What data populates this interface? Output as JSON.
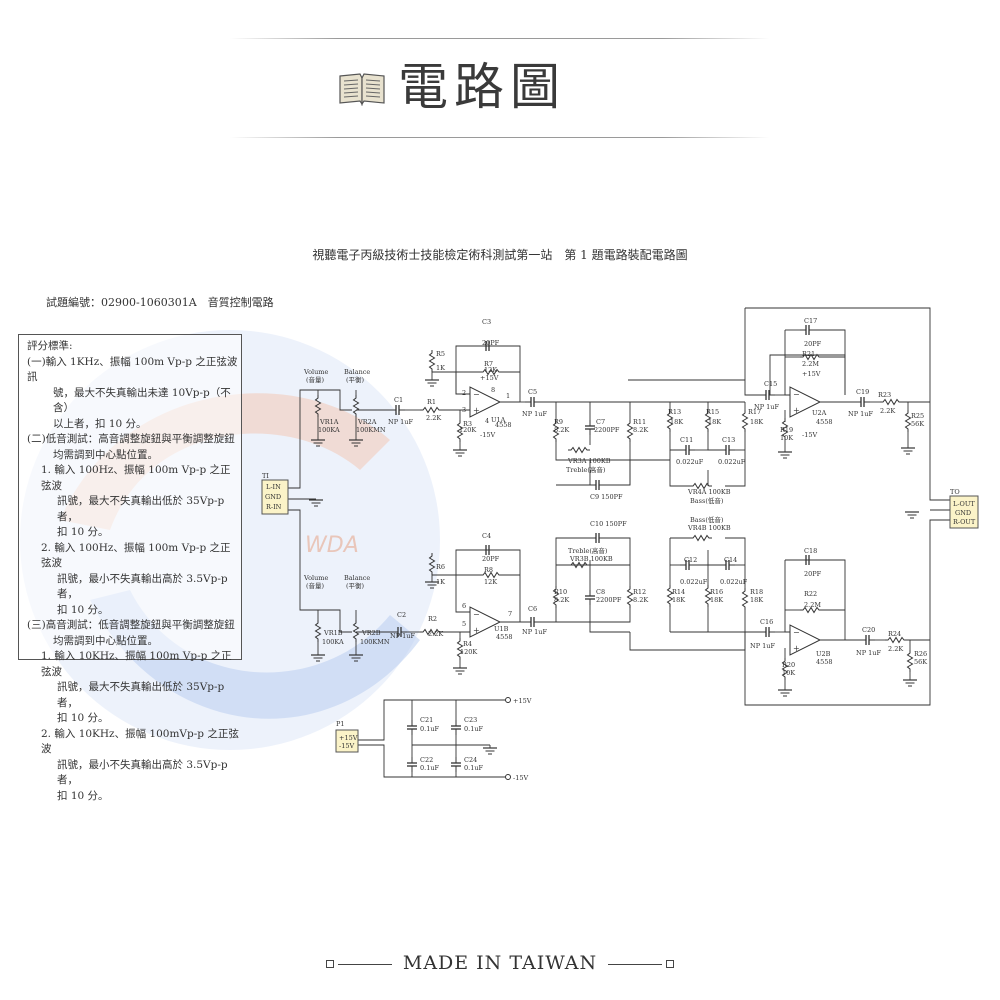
{
  "header": {
    "title": "電路圖",
    "icon": "book-icon"
  },
  "sheet": {
    "title": "視聽電子丙級技術士技能檢定術科測試第一站　第 1 題電路裝配電路圖",
    "code_line": "試題編號：02900-1060301A　音質控制電路"
  },
  "criteria": {
    "heading": "評分標準:",
    "lines": [
      "(一)輸入 1KHz、振幅 100m Vp-p 之正弦波訊",
      "號，最大不失真輸出未達 10Vp-p（不含）",
      "以上者，扣 10 分。",
      "(二)低音測試：高音調整旋鈕與平衡調整旋鈕",
      "均需調到中心點位置。",
      "1. 輸入 100Hz、振幅 100m Vp-p 之正弦波",
      "訊號，最大不失真輸出低於 35Vp-p 者，",
      "扣 10 分。",
      "2. 輸入 100Hz、振幅 100m Vp-p 之正弦波",
      "訊號，最小不失真輸出高於 3.5Vp-p 者，",
      "扣 10 分。",
      "(三)高音測試：低音調整旋鈕與平衡調整旋鈕",
      "均需調到中心點位置。",
      "1. 輸入 10KHz、振幅 100m Vp-p 之正弦波",
      "訊號，最大不失真輸出低於 35Vp-p 者，",
      "扣 10 分。",
      "2. 輸入 10KHz、振幅 100mVp-p 之正弦波",
      "訊號，最小不失真輸出高於 3.5Vp-p 者，",
      "扣 10 分。"
    ]
  },
  "labels": {
    "volume": "Volume",
    "volume_cn": "(音量)",
    "balance": "Balance",
    "balance_cn": "(平衡)",
    "vr1a": "VR1A",
    "vr1a_v": "100KA",
    "vr2a": "VR2A",
    "vr2a_v": "100KMN",
    "vr1b": "VR1B",
    "vr1b_v": "100KA",
    "vr2b": "VR2B",
    "vr2b_v": "100KMN",
    "c1": "C1",
    "c1_v": "NP 1uF",
    "c2": "C2",
    "c2_v": "NP 1uF",
    "r1": "R1",
    "r1_v": "2.2K",
    "r2": "R2",
    "r2_v": "2.2K",
    "r3": "R3",
    "r3_v": "120K",
    "r4": "R4",
    "r4_v": "120K",
    "r5": "R5",
    "r5_v": "1K",
    "r6": "R6",
    "r6_v": "1K",
    "r7": "R7",
    "r7_v": "12K",
    "r8": "R8",
    "r8_v": "12K",
    "c3": "C3",
    "c3_v": "20PF",
    "c4": "C4",
    "c4_v": "20PF",
    "u1a": "U1A",
    "u1a_v": "4558",
    "u1b": "U1B",
    "u1b_v": "4558",
    "p15": "+15V",
    "m15": "-15V",
    "c5": "C5",
    "c5_v": "NP 1uF",
    "c6": "C6",
    "c6_v": "NP 1uF",
    "r9": "R9",
    "r9_v": "8.2K",
    "r10": "R10",
    "r10_v": "8.2K",
    "c7": "C7",
    "c7_v": "2200PF",
    "c8": "C8",
    "c8_v": "2200PF",
    "r11": "R11",
    "r11_v": "8.2K",
    "r12": "R12",
    "r12_v": "8.2K",
    "vr3a": "VR3A 100KB",
    "treble": "Treble(高音)",
    "vr3b": "VR3B 100KB",
    "c9": "C9  150PF",
    "c10": "C10  150PF",
    "r13": "R13",
    "r13_v": "18K",
    "r14": "R14",
    "r14_v": "18K",
    "r15": "R15",
    "r15_v": "18K",
    "r16": "R16",
    "r16_v": "18K",
    "r17": "R17",
    "r17_v": "18K",
    "r18": "R18",
    "r18_v": "18K",
    "c11": "C11",
    "c11_v": "0.022uF",
    "c12": "C12",
    "c12_v": "0.022uF",
    "c13": "C13",
    "c13_v": "0.022uF",
    "c14": "C14",
    "c14_v": "0.022uF",
    "vr4a": "VR4A 100KB",
    "bass": "Bass(低音)",
    "vr4b": "VR4B 100KB",
    "c15": "C15",
    "c15_v": "NP 1uF",
    "c16": "C16",
    "c16_v": "NP 1uF",
    "c17": "C17",
    "c17_v": "20PF",
    "c18": "C18",
    "c18_v": "20PF",
    "r21": "R21",
    "r21_v": "2.2M",
    "r22": "R22",
    "r22_v": "2.2M",
    "r19": "R19",
    "r19_v": "10K",
    "r20": "R20",
    "r20_v": "10K",
    "u2a": "U2A",
    "u2a_v": "4558",
    "u2b": "U2B",
    "u2b_v": "4558",
    "c19": "C19",
    "c19_v": "NP 1uF",
    "c20": "C20",
    "c20_v": "NP 1uF",
    "r23": "R23",
    "r23_v": "2.2K",
    "r24": "R24",
    "r24_v": "2.2K",
    "r25": "R25",
    "r25_v": "56K",
    "r26": "R26",
    "r26_v": "56K",
    "ti": "TI",
    "l_in": "L-IN",
    "gnd": "GND",
    "r_in": "R-IN",
    "to": "TO",
    "l_out": "L-OUT",
    "r_out": "R-OUT",
    "p1": "P1",
    "c21": "C21",
    "c22": "C22",
    "c23": "C23",
    "c24": "C24",
    "cap_01": "0.1uF",
    "pin3": "3",
    "pin2": "2",
    "pin1": "1",
    "pin8": "8",
    "pin4": "4",
    "pin5": "5",
    "pin6": "6",
    "pin7": "7"
  },
  "watermark": "WDA",
  "footer": {
    "text": "MADE IN TAIWAN"
  }
}
